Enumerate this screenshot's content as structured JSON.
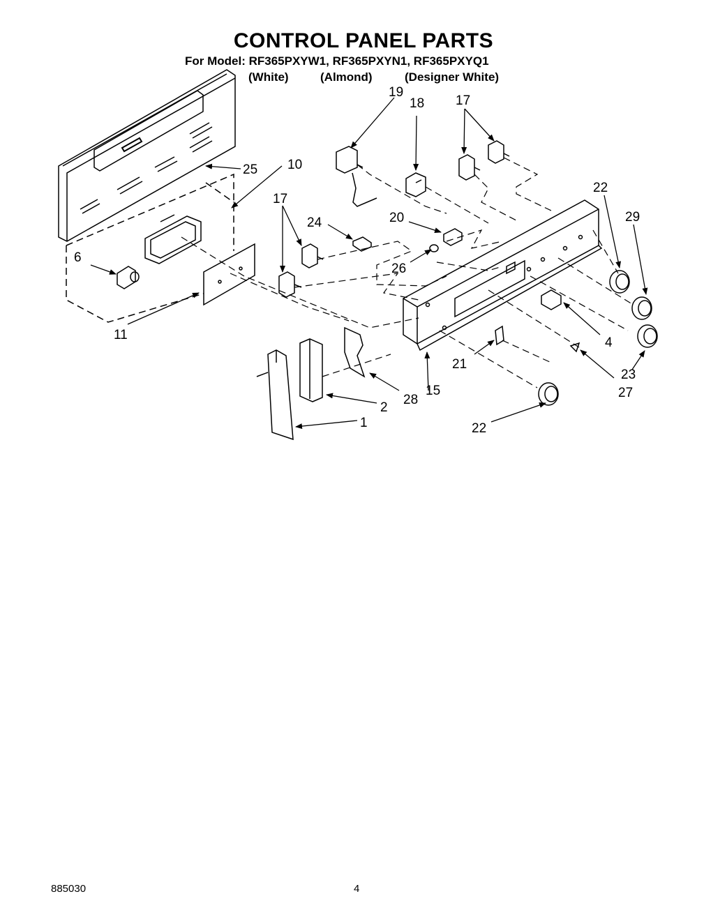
{
  "header": {
    "title": "CONTROL PANEL PARTS",
    "models_line": "For Model: RF365PXYW1, RF365PXYN1, RF365PXYQ1",
    "colors": [
      "(White)",
      "(Almond)",
      "(Designer White)"
    ]
  },
  "callouts": {
    "c1": "1",
    "c2": "2",
    "c4": "4",
    "c6": "6",
    "c10": "10",
    "c11": "11",
    "c15": "15",
    "c17a": "17",
    "c17b": "17",
    "c18": "18",
    "c19": "19",
    "c20": "20",
    "c21": "21",
    "c22a": "22",
    "c22b": "22",
    "c23": "23",
    "c24": "24",
    "c25": "25",
    "c26": "26",
    "c27": "27",
    "c28": "28",
    "c29": "29"
  },
  "footer": {
    "doc_number": "885030",
    "page_number": "4"
  }
}
